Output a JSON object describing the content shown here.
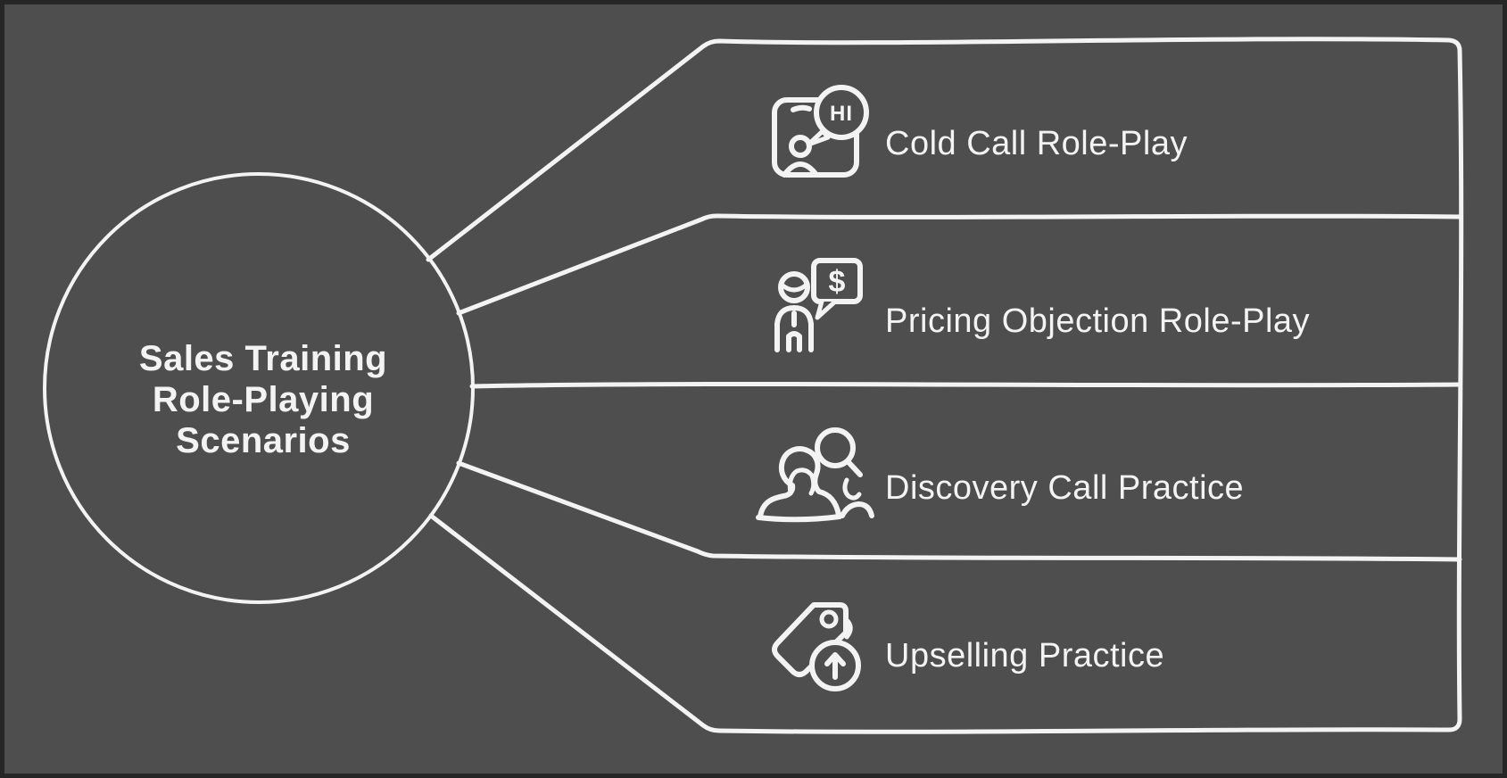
{
  "diagram": {
    "type": "fan-mindmap",
    "title": {
      "full": "Sales Training Role-Playing Scenarios",
      "lines": [
        "Sales Training",
        "Role-Playing",
        "Scenarios"
      ]
    },
    "branches": [
      {
        "label": "Cold Call Role-Play",
        "icon": "phone-greeting-icon",
        "bubble_text": "HI"
      },
      {
        "label": "Pricing Objection Role-Play",
        "icon": "person-dollar-speech-icon",
        "bubble_text": "$"
      },
      {
        "label": "Discovery Call Practice",
        "icon": "person-magnifier-icon",
        "bubble_text": ""
      },
      {
        "label": "Upselling Practice",
        "icon": "price-tag-up-arrow-icon",
        "bubble_text": ""
      }
    ],
    "colors": {
      "background": "#4e4e4e",
      "frame": "#262626",
      "stroke": "#f3f3f3",
      "text": "#f3f3f3"
    }
  }
}
